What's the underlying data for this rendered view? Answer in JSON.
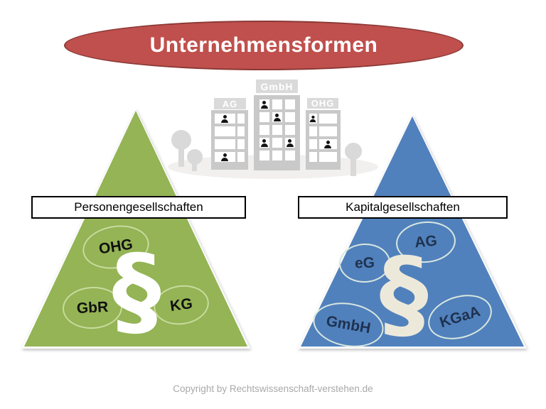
{
  "title": "Unternehmensformen",
  "buildings": {
    "left": {
      "label": "AG"
    },
    "middle": {
      "label": "GmbH"
    },
    "right": {
      "label": "OHG"
    }
  },
  "personen": {
    "label": "Personengesellschaften",
    "symbol": "§",
    "items": [
      {
        "label": "OHG"
      },
      {
        "label": "GbR"
      },
      {
        "label": "KG"
      }
    ]
  },
  "kapital": {
    "label": "Kapitalgesellschaften",
    "symbol": "§",
    "items": [
      {
        "label": "eG"
      },
      {
        "label": "AG"
      },
      {
        "label": "GmbH"
      },
      {
        "label": "KGaA"
      }
    ]
  },
  "footer": "Copyright by Rechtswissenschaft-verstehen.de",
  "colors": {
    "title_fill": "#C0504D",
    "title_border": "#8B3936",
    "green_triangle": "#94B455",
    "blue_triangle": "#5181BC",
    "green_oval_outline": "#C8DB9E",
    "blue_oval_outline": "#D8E7E0",
    "navy_text": "#1E3250",
    "building_grey": "#C9C9C9",
    "section_white": "#FFFFFF",
    "section_cream": "#EDE9DA",
    "copyright_grey": "#A9A9A9"
  }
}
